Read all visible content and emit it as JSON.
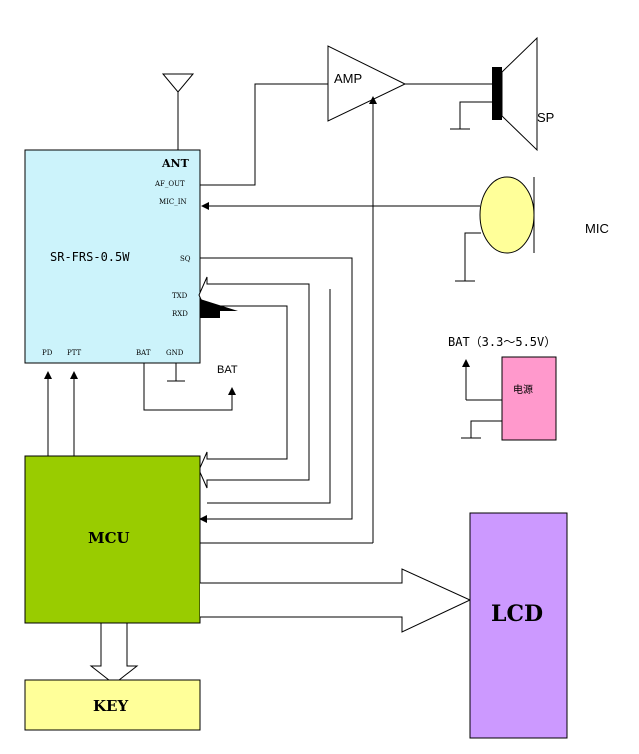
{
  "colors": {
    "rf_module": "#ccf3fb",
    "mcu": "#99cc00",
    "key": "#ffff99",
    "lcd": "#cc99ff",
    "power": "#ff99cc",
    "mic": "#ffff99",
    "line": "#000000"
  },
  "module": {
    "name": "SR-FRS-0.5W",
    "pins": {
      "ant": "ANT",
      "af_out": "AF_OUT",
      "mic_in": "MIC_IN",
      "sq": "SQ",
      "txd": "TXD",
      "rxd": "RXD",
      "pd": "PD",
      "ptt": "PTT",
      "bat": "BAT",
      "gnd": "GND"
    }
  },
  "blocks": {
    "amp": "AMP",
    "speaker": "SP",
    "mic": "MIC",
    "mcu": "MCU",
    "key": "KEY",
    "lcd": "LCD",
    "bat_label": "BAT",
    "power_range": "BAT（3.3～5.5V）",
    "power_box": "电源"
  },
  "icons": [
    "antenna-icon",
    "speaker-icon",
    "microphone-icon",
    "ground-icon",
    "arrow-icon"
  ]
}
